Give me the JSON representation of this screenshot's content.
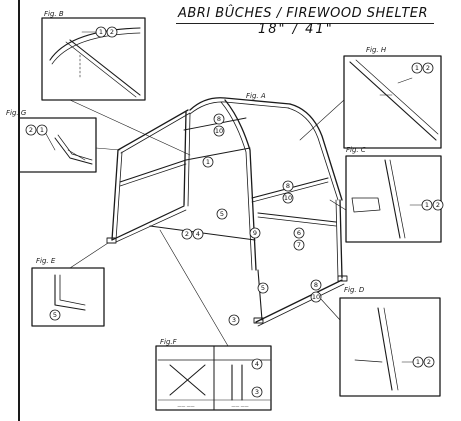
{
  "title": {
    "line1": "ABRI BÛCHES / FIREWOOD SHELTER",
    "line2": "18\" / 41\""
  },
  "figures": {
    "fig_a": "Fig. A",
    "fig_b": "Fig. B",
    "fig_c": "Fig. C",
    "fig_d": "Fig. D",
    "fig_e": "Fig. E",
    "fig_f": "Fig.F",
    "fig_g": "Fig. G",
    "fig_h": "Fig. H"
  },
  "callouts": {
    "frame": [
      "8",
      "10",
      "1",
      "5",
      "2",
      "4",
      "8",
      "10",
      "9",
      "6",
      "7",
      "5",
      "3",
      "8",
      "10"
    ],
    "fig_b": [
      "1",
      "2"
    ],
    "fig_g": [
      "2",
      "1"
    ],
    "fig_h": [
      "1",
      "2"
    ],
    "fig_c": [
      "1",
      "2"
    ],
    "fig_e": [
      "5"
    ],
    "fig_d": [
      "1",
      "2"
    ],
    "fig_f": [
      "4",
      "3"
    ]
  },
  "fig_f_captions": [
    "—— ——",
    "—— ——"
  ]
}
